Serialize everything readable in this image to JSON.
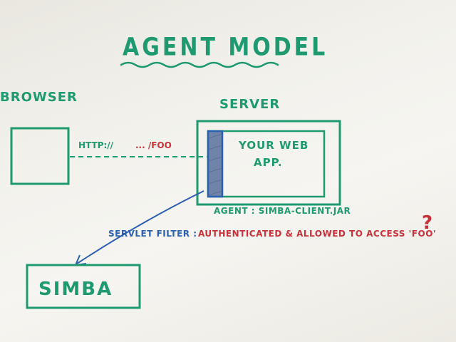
{
  "title": "AGENT MODEL",
  "browser": {
    "label": "BROWSER"
  },
  "request": {
    "scheme": "HTTP://",
    "path": "... /FOO"
  },
  "server": {
    "label": "SERVER"
  },
  "web_app": {
    "line1": "YOUR WEB",
    "line2": "APP."
  },
  "agent": {
    "label": "AGENT : SIMBA-CLIENT.JAR"
  },
  "servlet_filter": {
    "label": "SERVLET FILTER :",
    "question": "AUTHENTICATED & ALLOWED TO ACCESS 'FOO'",
    "mark": "?"
  },
  "simba": {
    "label": "SIMBA"
  },
  "colors": {
    "green": "#1f9a70",
    "blue": "#2c5fb0",
    "red": "#c7323a",
    "board": "#f3f2ed"
  }
}
